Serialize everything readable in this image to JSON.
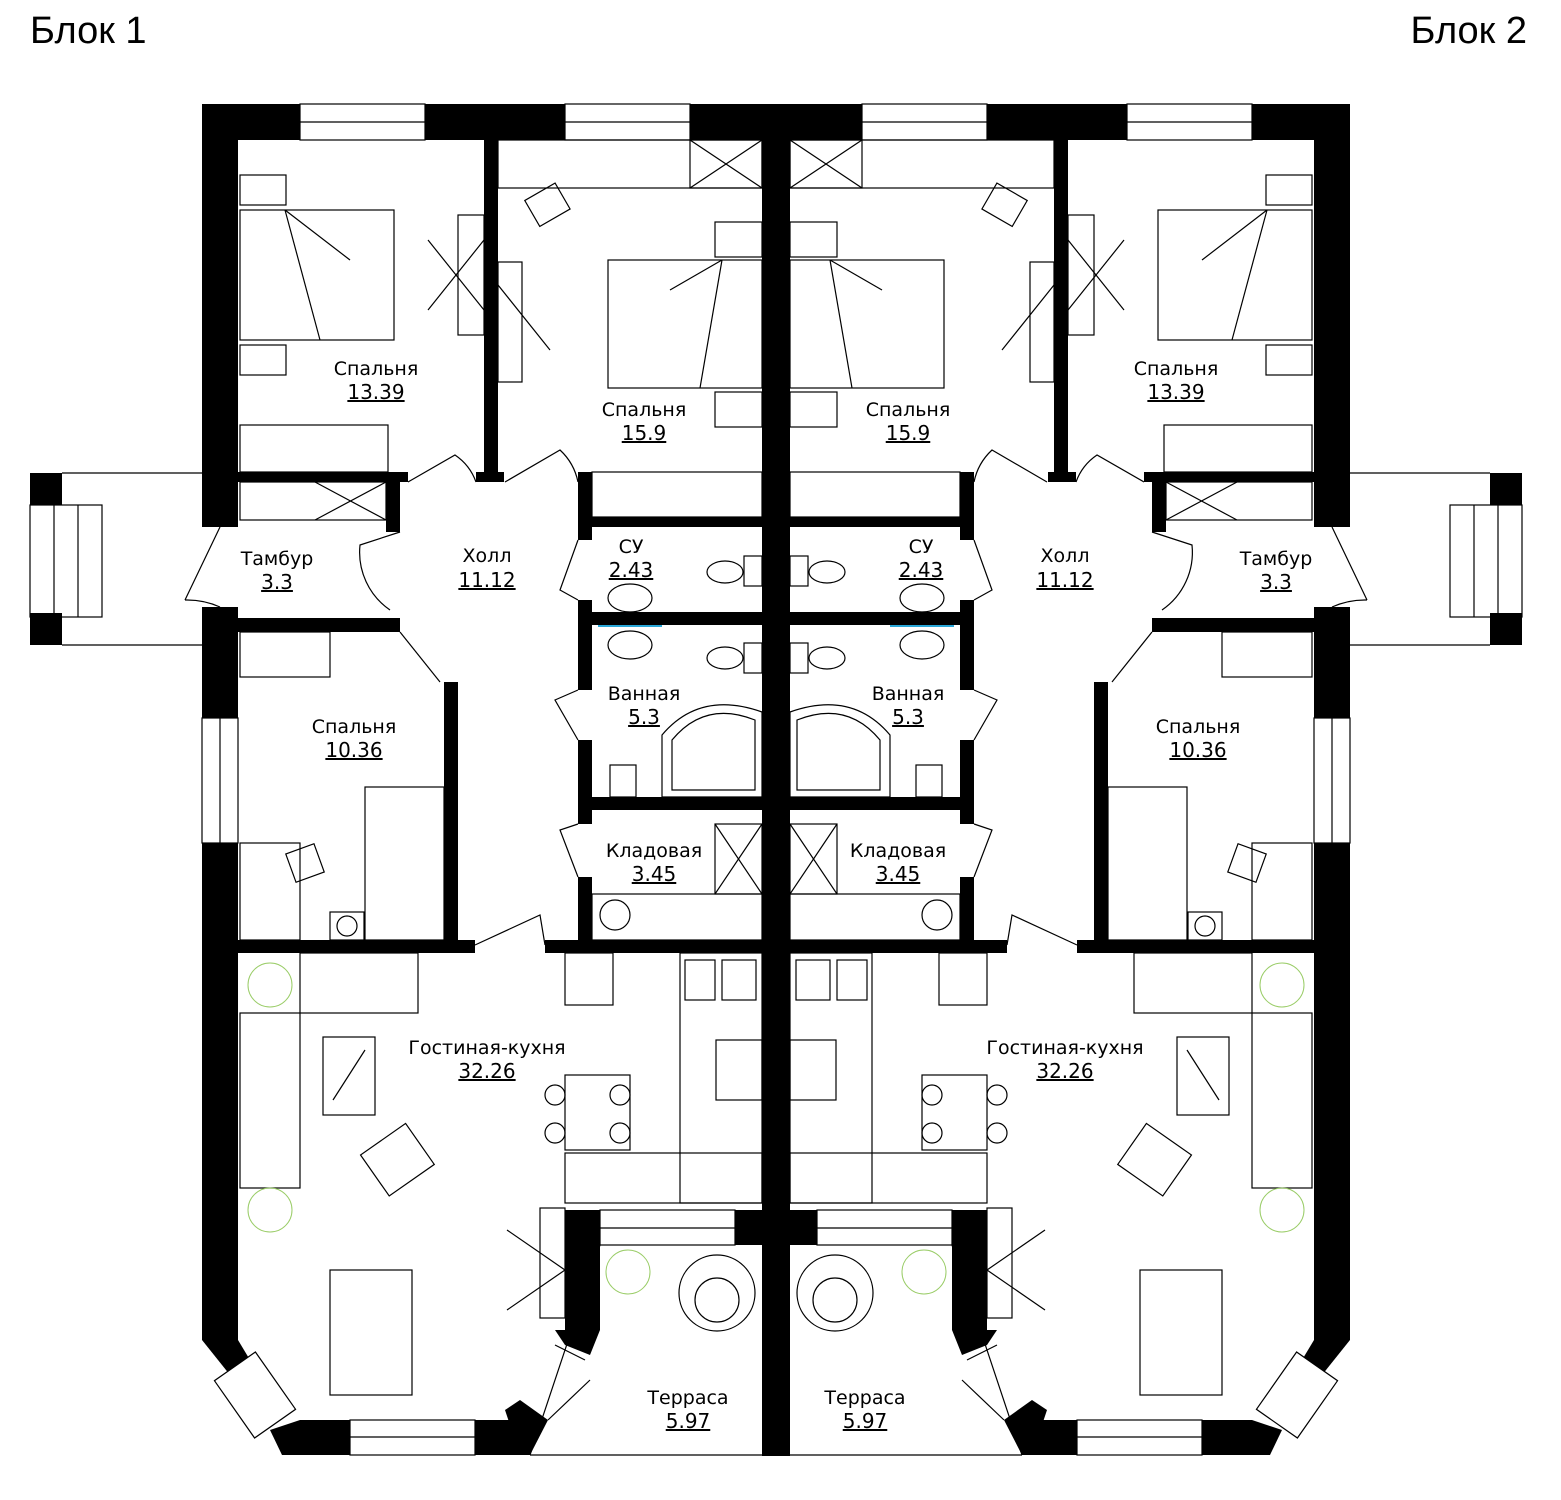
{
  "titles": {
    "block1": "Блок 1",
    "block2": "Блок 2"
  },
  "blocks": [
    {
      "rooms": [
        {
          "name": "Спальня",
          "area": "13.39"
        },
        {
          "name": "Спальня",
          "area": "15.9"
        },
        {
          "name": "Тамбур",
          "area": "3.3"
        },
        {
          "name": "Холл",
          "area": "11.12"
        },
        {
          "name": "СУ",
          "area": "2.43"
        },
        {
          "name": "Ванная",
          "area": "5.3"
        },
        {
          "name": "Спальня",
          "area": "10.36"
        },
        {
          "name": "Кладовая",
          "area": "3.45"
        },
        {
          "name": "Гостиная-кухня",
          "area": "32.26"
        },
        {
          "name": "Терраса",
          "area": "5.97"
        }
      ]
    },
    {
      "rooms": [
        {
          "name": "Спальня",
          "area": "13.39"
        },
        {
          "name": "Спальня",
          "area": "15.9"
        },
        {
          "name": "Тамбур",
          "area": "3.3"
        },
        {
          "name": "Холл",
          "area": "11.12"
        },
        {
          "name": "СУ",
          "area": "2.43"
        },
        {
          "name": "Ванная",
          "area": "5.3"
        },
        {
          "name": "Спальня",
          "area": "10.36"
        },
        {
          "name": "Кладовая",
          "area": "3.45"
        },
        {
          "name": "Гостиная-кухня",
          "area": "32.26"
        },
        {
          "name": "Терраса",
          "area": "5.97"
        }
      ]
    }
  ]
}
